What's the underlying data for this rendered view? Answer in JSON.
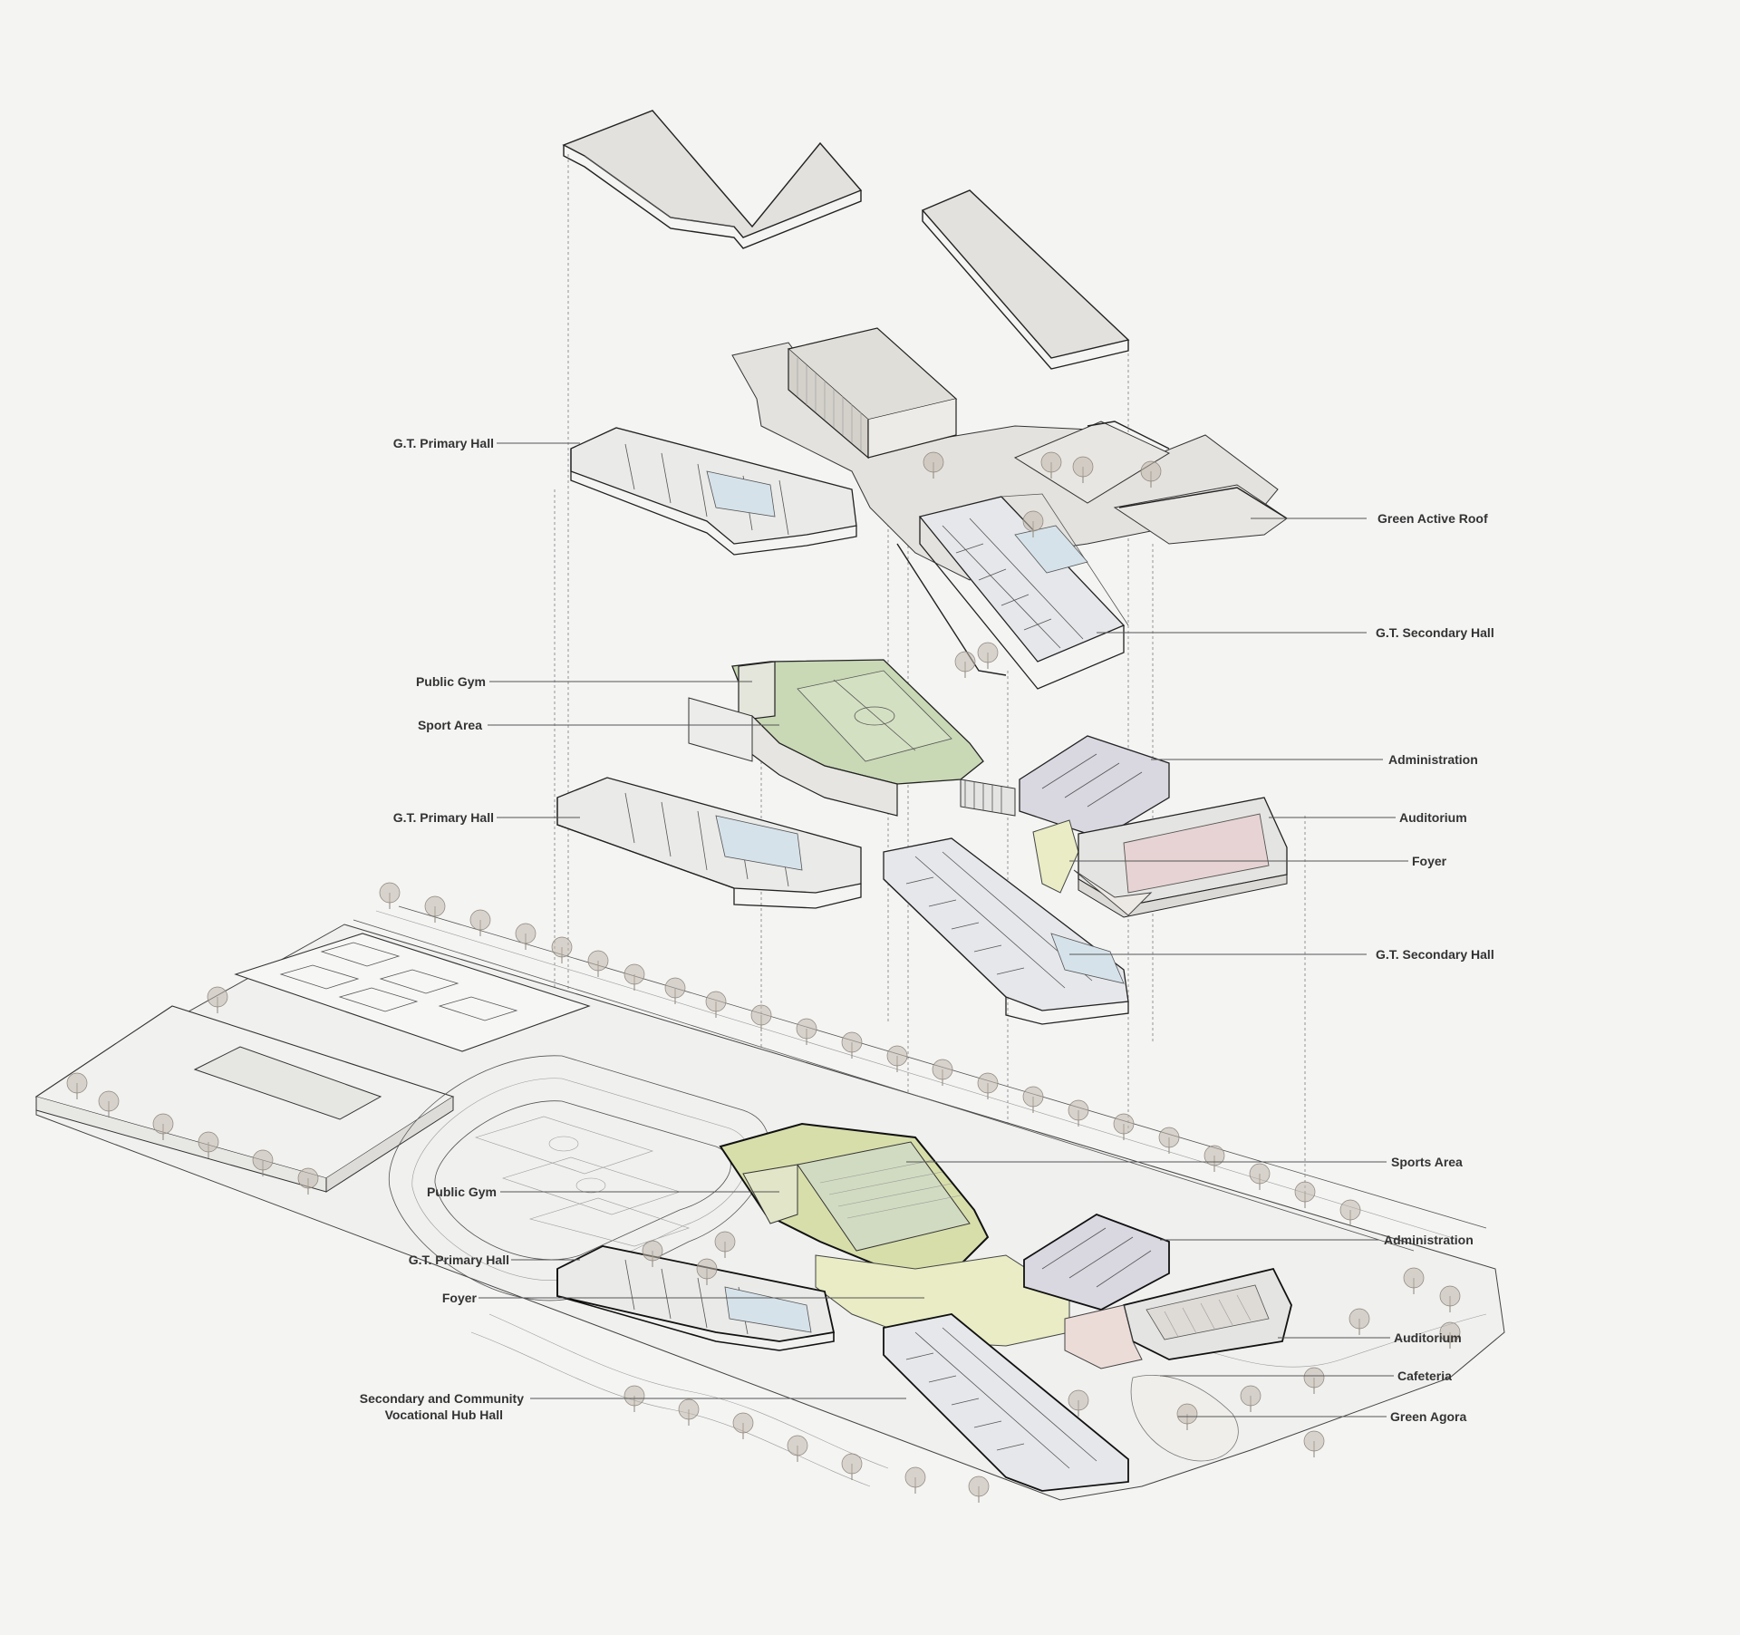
{
  "colors": {
    "background": "#f4f4f3",
    "roof": "#e3e1dd",
    "roof_edge": "#222222",
    "gym_green": "#c9d8b5",
    "sport_green": "#d8deaa",
    "classroom_blue": "#d6e2ea",
    "admin_purple": "#d9d7e0",
    "auditorium_pink": "#e7d3d3",
    "foyer_yellow": "#e9ecc4",
    "tree": "#bfb7ac",
    "label_text": "#333333"
  },
  "labels": {
    "gt_primary_hall_roof": "G.T. Primary Hall",
    "green_active_roof": "Green Active Roof",
    "gt_secondary_hall_roof": "G.T. Secondary Hall",
    "public_gym_upper": "Public Gym",
    "sport_area": "Sport Area",
    "administration_upper": "Administration",
    "gt_primary_hall_upper": "G.T. Primary Hall",
    "auditorium_upper": "Auditorium",
    "foyer_upper": "Foyer",
    "gt_secondary_hall_upper": "G.T. Secondary Hall",
    "sports_area": "Sports Area",
    "public_gym_ground": "Public Gym",
    "administration_ground": "Administration",
    "gt_primary_hall_ground": "G.T. Primary Hall",
    "foyer_ground": "Foyer",
    "auditorium_ground": "Auditorium",
    "secondary_community_line1": "Secondary and Community",
    "secondary_community_line2": "Vocational Hub Hall",
    "cafeteria": "Cafeteria",
    "green_agora": "Green Agora"
  }
}
